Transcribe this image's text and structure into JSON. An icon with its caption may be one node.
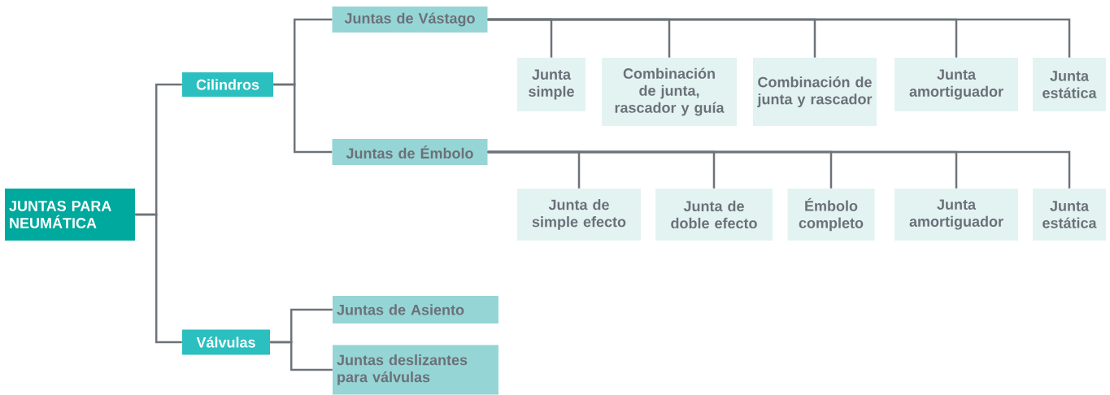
{
  "diagram": {
    "nodes": [
      {
        "text": [
          "JUNTAS PARA NEUMÁTICA"
        ]
      },
      {
        "text": [
          "Cilindros"
        ]
      },
      {
        "text": [
          "Válvulas"
        ]
      },
      {
        "text": [
          "Juntas de Vástago"
        ]
      },
      {
        "text": [
          "Juntas de Émbolo"
        ]
      },
      {
        "text": [
          "Junta simple"
        ]
      },
      {
        "text": [
          "Combinación de junta, rascador y guía"
        ]
      },
      {
        "text": [
          "Combinación de junta y rascador"
        ]
      },
      {
        "text": [
          "Junta amortiguador"
        ]
      },
      {
        "text": [
          "Junta estática"
        ]
      },
      {
        "text": [
          "Junta de simple efecto"
        ]
      },
      {
        "text": [
          "Junta de doble efecto"
        ]
      },
      {
        "text": [
          "Émbolo completo"
        ]
      },
      {
        "text": [
          "Junta amortiguador"
        ]
      },
      {
        "text": [
          "Junta estática"
        ]
      },
      {
        "text": [
          "Juntas de Asiento"
        ]
      },
      {
        "text": [
          "Juntas deslizantes para válvulas"
        ]
      }
    ],
    "edges": [
      {
        "from": 0,
        "to": 1,
        "arrow": "none"
      },
      {
        "from": 0,
        "to": 2,
        "arrow": "none"
      },
      {
        "from": 1,
        "to": 3,
        "arrow": "none"
      },
      {
        "from": 1,
        "to": 4,
        "arrow": "none"
      },
      {
        "from": 3,
        "to": 5,
        "arrow": "none"
      },
      {
        "from": 3,
        "to": 6,
        "arrow": "none"
      },
      {
        "from": 3,
        "to": 7,
        "arrow": "none"
      },
      {
        "from": 3,
        "to": 8,
        "arrow": "none"
      },
      {
        "from": 3,
        "to": 9,
        "arrow": "none"
      },
      {
        "from": 4,
        "to": 10,
        "arrow": "none"
      },
      {
        "from": 4,
        "to": 11,
        "arrow": "none"
      },
      {
        "from": 4,
        "to": 12,
        "arrow": "none"
      },
      {
        "from": 4,
        "to": 13,
        "arrow": "none"
      },
      {
        "from": 4,
        "to": 14,
        "arrow": "none"
      },
      {
        "from": 2,
        "to": 15,
        "arrow": "none"
      },
      {
        "from": 2,
        "to": 16,
        "arrow": "none"
      }
    ]
  }
}
